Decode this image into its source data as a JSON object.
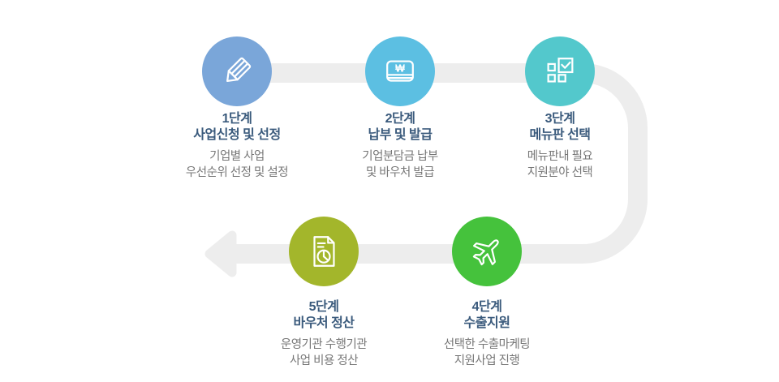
{
  "palette": {
    "background": "#FFFFFF",
    "title": "#3A5A7C",
    "desc": "#777777",
    "connector": "#EDEDED",
    "icon_stroke": "#FFFFFF"
  },
  "flow": {
    "steps": [
      {
        "step_label": "1단계",
        "title": "사업신청 및 선정",
        "desc_line1": "기업별 사업",
        "desc_line2": "우선순위 선정 및 설정",
        "icon": "pencil-icon",
        "color": "#7AA6D9"
      },
      {
        "step_label": "2단계",
        "title": "납부 및 발급",
        "desc_line1": "기업분담금 납부",
        "desc_line2": "및 바우처 발급",
        "icon": "won-card-icon",
        "color": "#5CBFE2",
        "currency_symbol": "₩"
      },
      {
        "step_label": "3단계",
        "title": "메뉴판 선택",
        "desc_line1": "메뉴판내 필요",
        "desc_line2": "지원분야 선택",
        "icon": "menu-select-icon",
        "color": "#53C8CC"
      },
      {
        "step_label": "4단계",
        "title": "수출지원",
        "desc_line1": "선택한 수출마케팅",
        "desc_line2": "지원사업 진행",
        "icon": "airplane-icon",
        "color": "#45C23C"
      },
      {
        "step_label": "5단계",
        "title": "바우처 정산",
        "desc_line1": "운영기관 수행기관",
        "desc_line2": "사업 비용 정산",
        "icon": "document-report-icon",
        "color": "#A3B62B"
      }
    ]
  }
}
